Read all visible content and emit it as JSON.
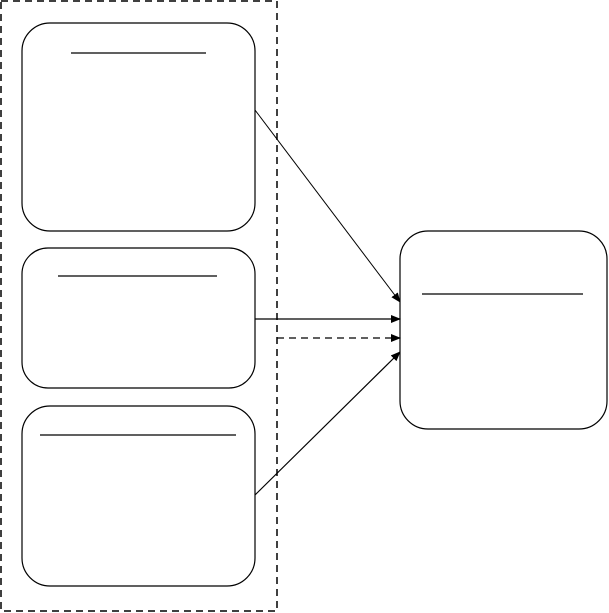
{
  "diagram": {
    "group": {
      "border_style": "dashed",
      "boxes": [
        {
          "id": "box-top",
          "title": ""
        },
        {
          "id": "box-middle",
          "title": ""
        },
        {
          "id": "box-bottom",
          "title": ""
        }
      ]
    },
    "target": {
      "id": "box-target",
      "title": ""
    },
    "connections": [
      {
        "from": "box-top",
        "to": "box-target",
        "style": "solid"
      },
      {
        "from": "box-middle",
        "to": "box-target",
        "style": "solid"
      },
      {
        "from": "group",
        "to": "box-target",
        "style": "dashed"
      },
      {
        "from": "box-bottom",
        "to": "box-target",
        "style": "solid"
      }
    ],
    "colors": {
      "stroke": "#000000",
      "fill": "#ffffff"
    }
  }
}
